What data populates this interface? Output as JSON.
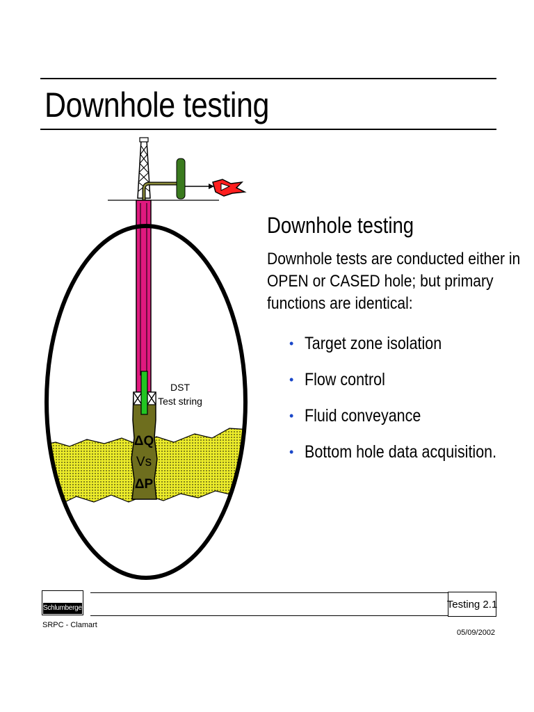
{
  "slide": {
    "title": "Downhole testing",
    "subheading": "Downhole testing",
    "paragraph_lines": [
      "Downhole tests are conducted either in",
      "OPEN or CASED hole; but primary",
      "functions are identical:"
    ],
    "bullets": [
      "Target zone isolation",
      "Flow control",
      "Fluid conveyance",
      "Bottom hole data acquisition."
    ]
  },
  "diagram": {
    "dst_label_line1": "DST",
    "dst_label_line2": "Test string",
    "zone_line1": "ΔQ",
    "zone_line2": "Vs",
    "zone_line3": "ΔP",
    "colors": {
      "casing": "#e0197f",
      "tubing": "#22c522",
      "formation": "#ecec2a",
      "test_zone": "#6e6e1e",
      "separator": "#3a7a1e",
      "flare": "#ff1e1e"
    }
  },
  "footer": {
    "logo_text": "Schlumberger",
    "location": "SRPC - Clamart",
    "section": "Testing 2.1",
    "date": "05/09/2002"
  }
}
